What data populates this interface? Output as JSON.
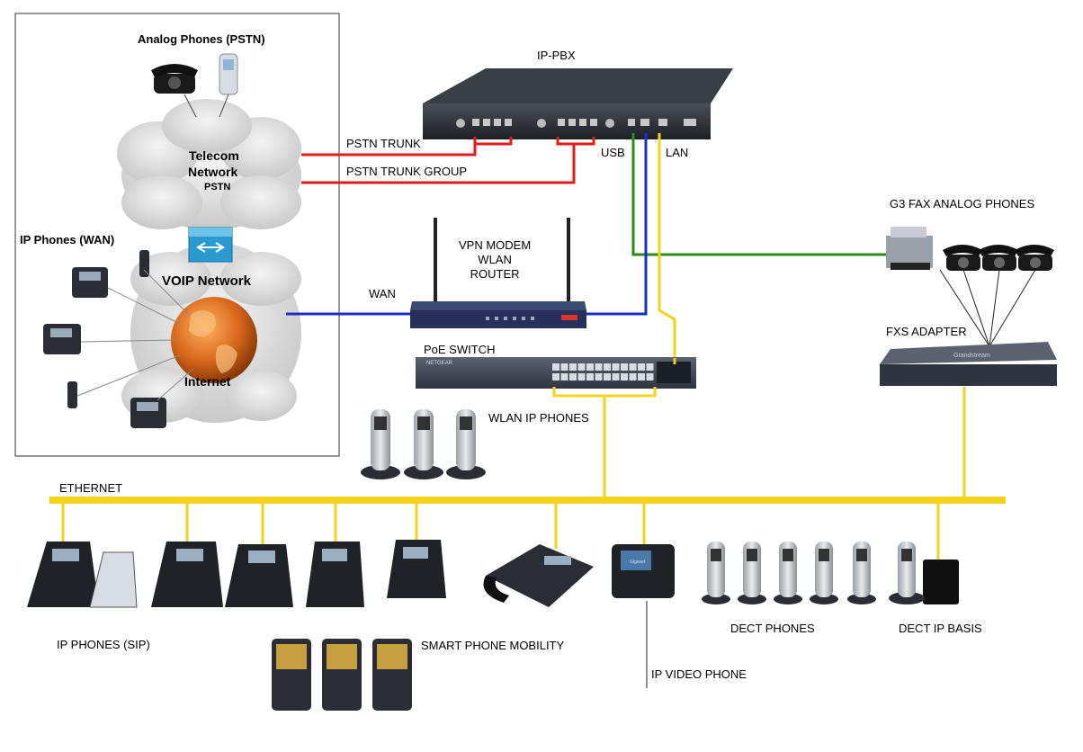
{
  "labels": {
    "analog_phones": "Analog Phones (PSTN)",
    "ip_pbx": "IP-PBX",
    "pstn_trunk": "PSTN TRUNK",
    "pstn_trunk_group": "PSTN TRUNK  GROUP",
    "usb": "USB",
    "lan": "LAN",
    "telecom": "Telecom",
    "network": "Network",
    "pstn": "PSTN",
    "ip_phones_wan": "IP Phones  (WAN)",
    "voip_network": "VOIP Network",
    "internet": "Internet",
    "wan": "WAN",
    "vpn_router": "VPN MODEM\nWLAN\nROUTER",
    "poe_switch": "PoE SWITCH",
    "wlan_ip_phones": "WLAN IP PHONES",
    "g3_fax": "G3 FAX  ANALOG PHONES",
    "fxs_adapter": "FXS ADAPTER",
    "ethernet": "ETHERNET",
    "ip_phones_sip": "IP PHONES (SIP)",
    "smart_phone": "SMART PHONE MOBILITY",
    "ip_video_phone": "IP VIDEO PHONE",
    "dect_phones": "DECT PHONES",
    "dect_ip_basis": "DECT IP BASIS",
    "netgear_brand": "NETGEAR",
    "grandstream_brand": "Grandstream",
    "siemens_brand": "Gigaset"
  },
  "colors": {
    "ethernet": "#f5d21a",
    "trunk": "#e01b1b",
    "usb_link": "#2c8a1a",
    "wan_link": "#1a2fc8",
    "cloud": "#dedede",
    "device_dark": "#2a2d33"
  }
}
